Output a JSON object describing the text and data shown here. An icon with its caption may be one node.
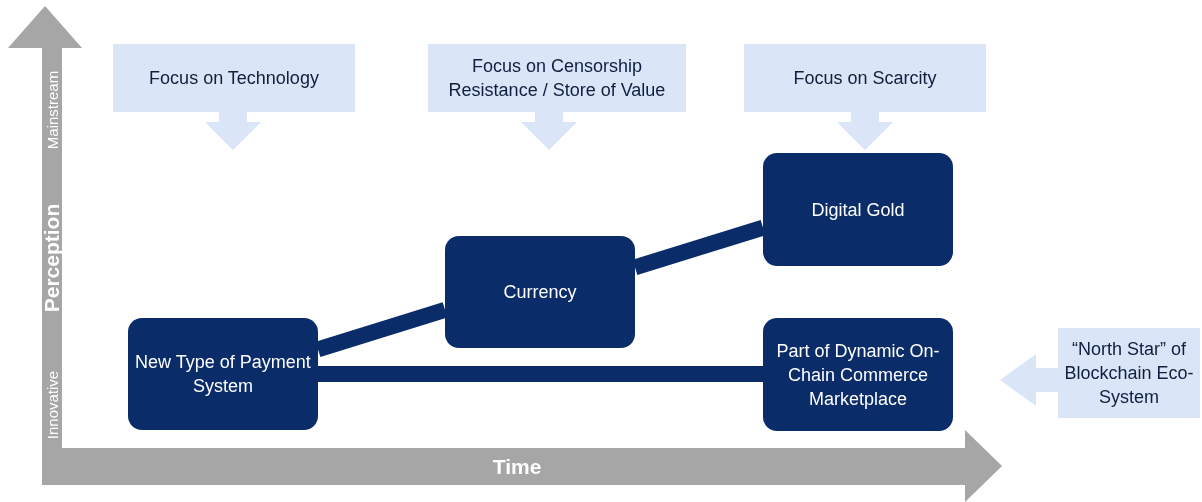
{
  "diagram": {
    "nodes": [
      {
        "text": [
          "Focus on Technology"
        ]
      },
      {
        "text": [
          "Focus on Censorship Resistance / Store of Value"
        ]
      },
      {
        "text": [
          "Focus on Scarcity"
        ]
      },
      {
        "text": [
          "New Type of Payment System"
        ]
      },
      {
        "text": [
          "Currency"
        ]
      },
      {
        "text": [
          "Digital Gold"
        ]
      },
      {
        "text": [
          "Part of Dynamic On-Chain Commerce Marketplace"
        ]
      },
      {
        "text": [
          "“North Star” of Blockchain Eco-System"
        ]
      }
    ],
    "edges": [
      {
        "from": 3,
        "to": 4,
        "arrow": "none"
      },
      {
        "from": 4,
        "to": 5,
        "arrow": "none"
      },
      {
        "from": 3,
        "to": 6,
        "arrow": "none"
      }
    ],
    "labels": [
      "Mainstream",
      "Perception",
      "Innovative",
      "Time"
    ]
  }
}
